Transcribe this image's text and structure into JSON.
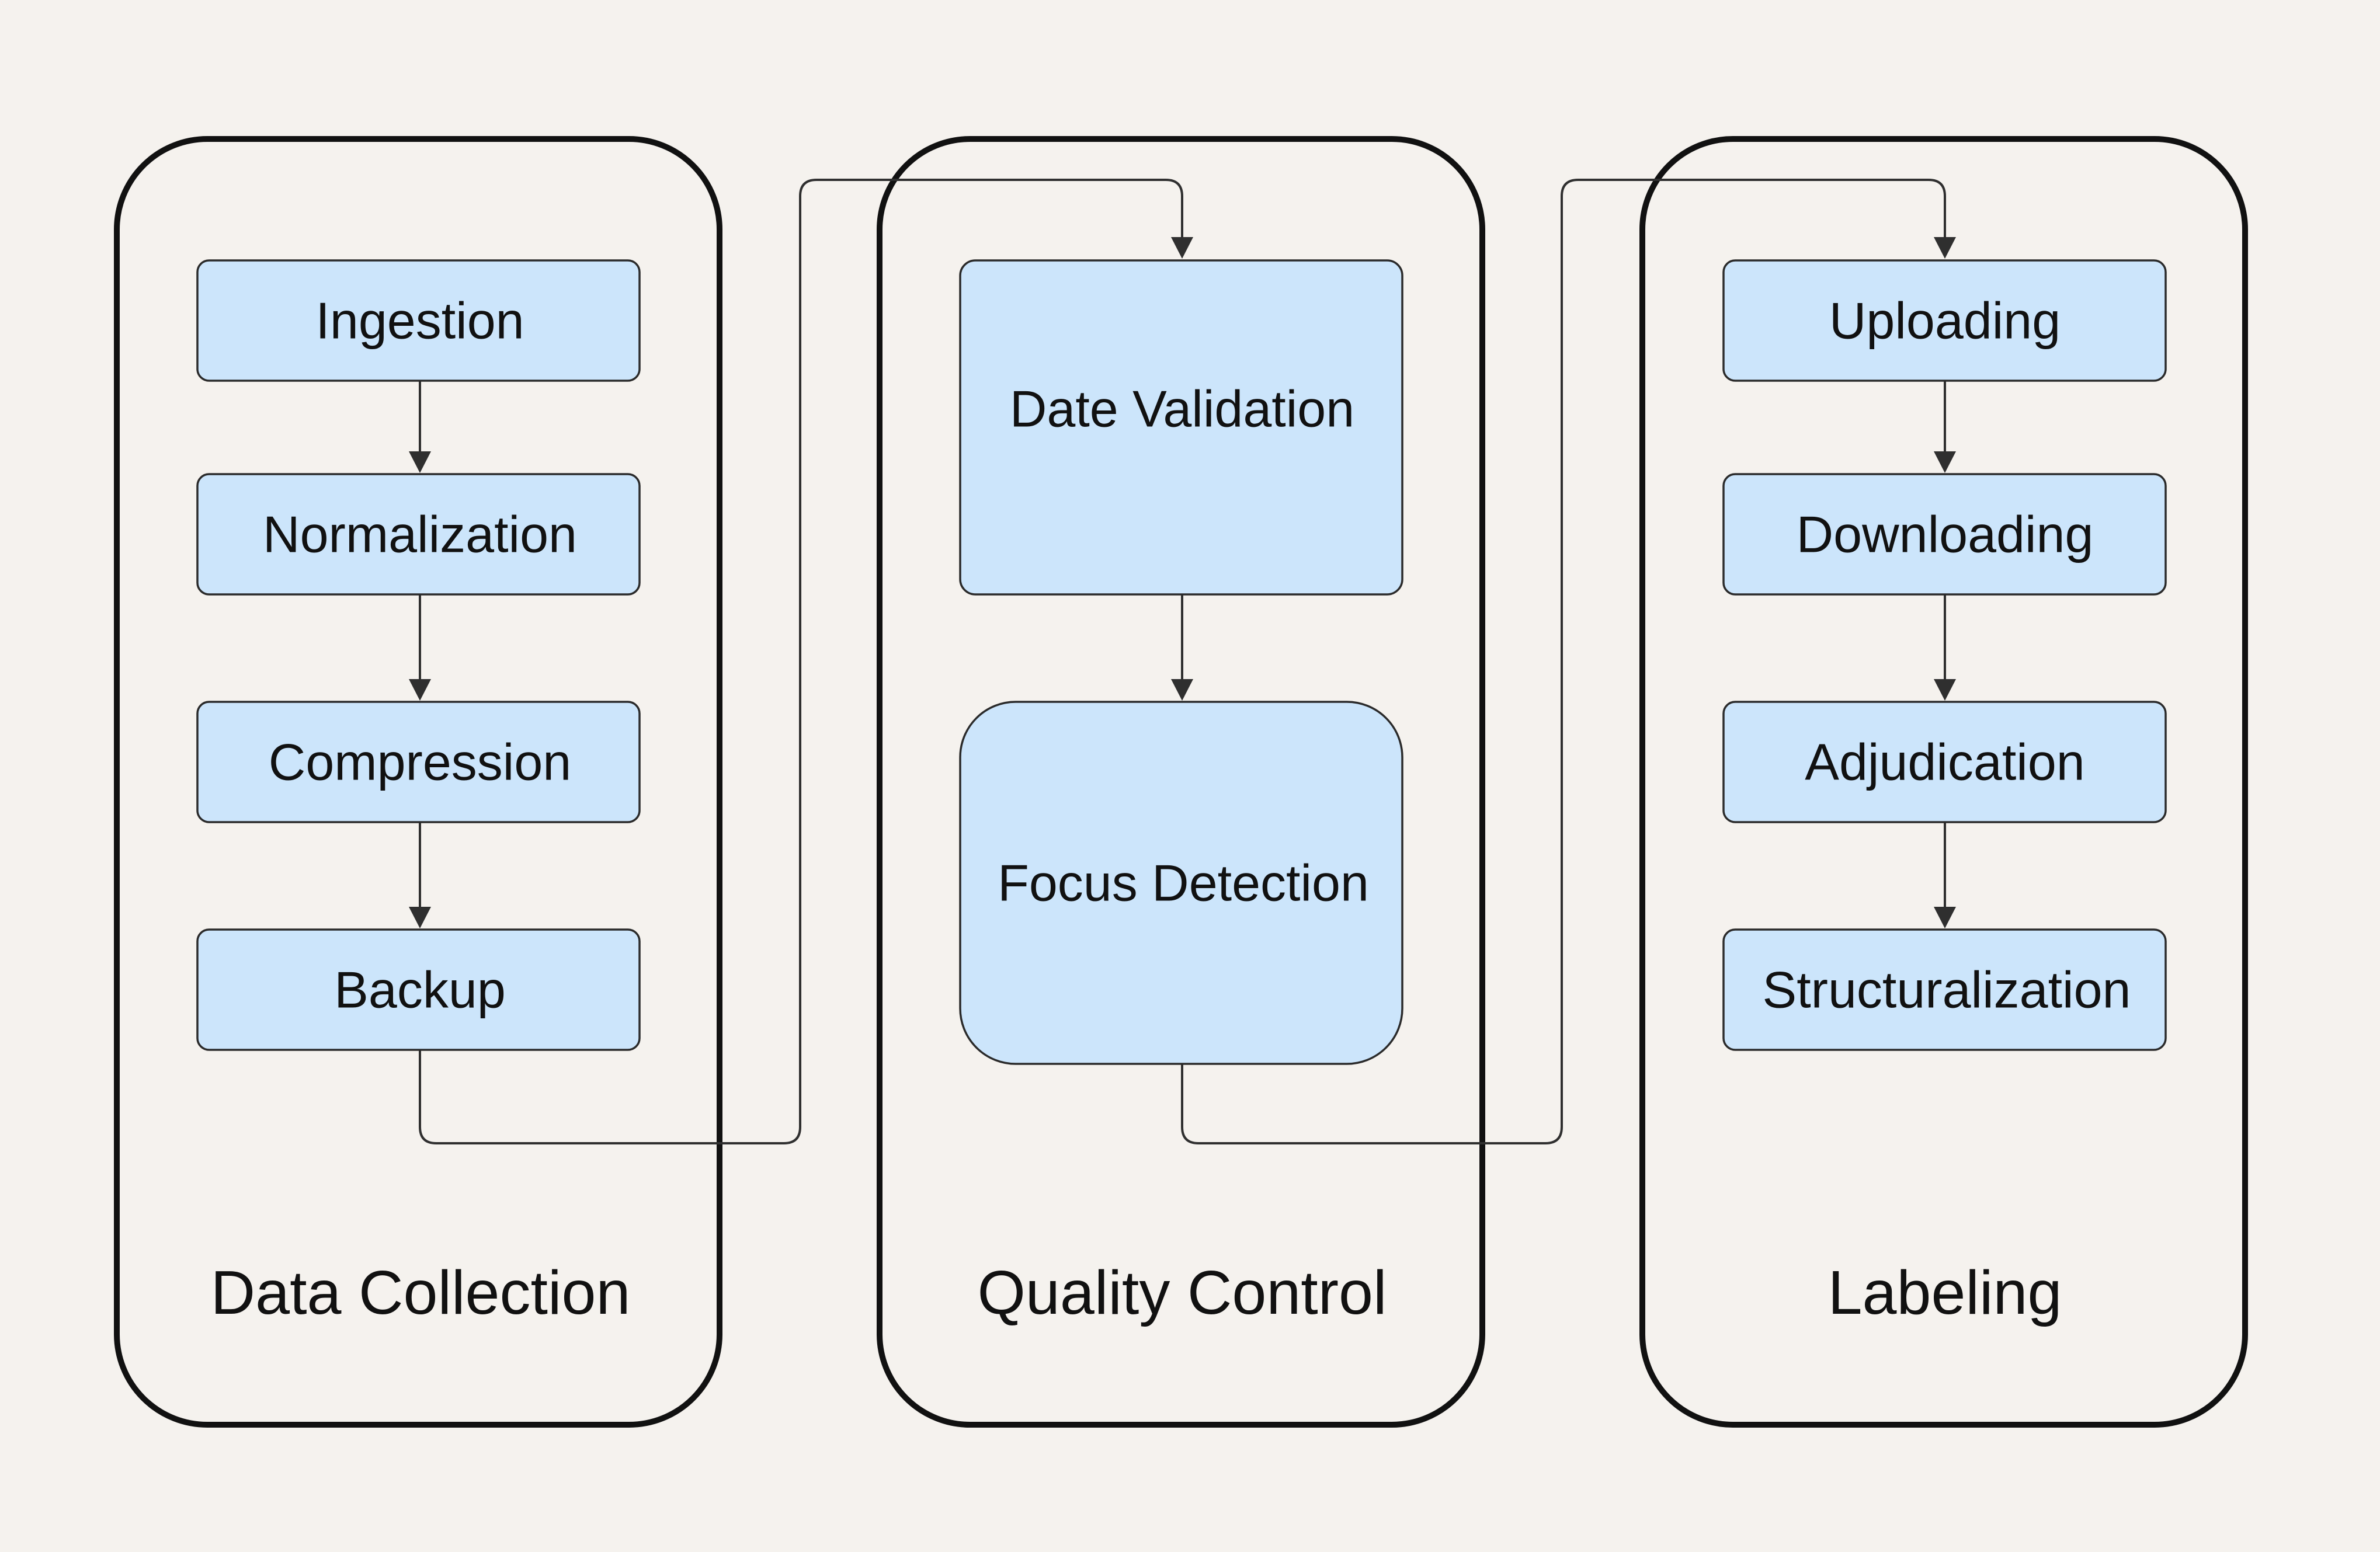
{
  "diagram": {
    "lanes": [
      {
        "id": "data-collection",
        "label": "Data Collection"
      },
      {
        "id": "quality-control",
        "label": "Quality Control"
      },
      {
        "id": "labeling",
        "label": "Labeling"
      }
    ],
    "nodes": {
      "ingestion": "Ingestion",
      "normalization": "Normalization",
      "compression": "Compression",
      "backup": "Backup",
      "date_validation": "Date Validation",
      "focus_detection": "Focus Detection",
      "uploading": "Uploading",
      "downloading": "Downloading",
      "adjudication": "Adjudication",
      "structuralization": "Structuralization"
    },
    "edges": [
      {
        "from": "Ingestion",
        "to": "Normalization"
      },
      {
        "from": "Normalization",
        "to": "Compression"
      },
      {
        "from": "Compression",
        "to": "Backup"
      },
      {
        "from": "Backup",
        "to": "Date Validation"
      },
      {
        "from": "Date Validation",
        "to": "Focus Detection"
      },
      {
        "from": "Focus Detection",
        "to": "Uploading"
      },
      {
        "from": "Uploading",
        "to": "Downloading"
      },
      {
        "from": "Downloading",
        "to": "Adjudication"
      },
      {
        "from": "Adjudication",
        "to": "Structuralization"
      }
    ],
    "colors": {
      "background": "#f5f2ee",
      "node_fill": "#cce5fb",
      "node_stroke": "#2a2a2a",
      "lane_stroke": "#111111",
      "edge": "#2f2f2f"
    }
  }
}
